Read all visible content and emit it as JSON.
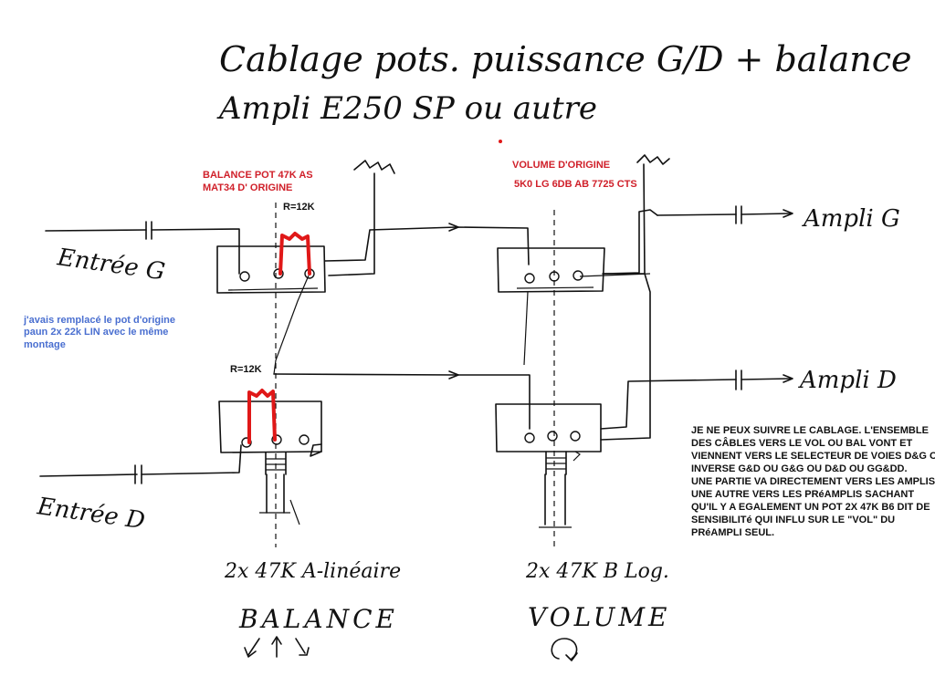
{
  "title": {
    "line1": "Cablage pots. puissance G/D + balance",
    "line2": "Ampli E250 SP ou autre"
  },
  "labels": {
    "entree_g": "Entrée G",
    "entree_d": "Entrée D",
    "ampli_g": "Ampli G",
    "ampli_d": "Ampli D",
    "balance_pot": "2x 47K A-linéaire",
    "volume_pot": "2x 47K B Log.",
    "balance": "BALANCE",
    "volume": "VOLUME",
    "r_top": "R=12K",
    "r_bottom": "R=12K"
  },
  "notes": {
    "balance_original": [
      "BALANCE POT 47K AS",
      "MAT34  D' ORIGINE"
    ],
    "volume_original": [
      "VOLUME D'ORIGINE",
      "5K0 LG 6DB AB 7725 CTS"
    ],
    "replacement": [
      "j'avais remplacé le pot d'origine",
      "paun 2x 22k LIN avec le même",
      "montage"
    ],
    "cabling": [
      "JE NE PEUX SUIVRE LE CABLAGE. L'ENSEMBLE",
      "DES CÂBLES VERS LE VOL OU BAL VONT ET",
      "VIENNENT VERS LE SELECTEUR DE VOIES D&G OU",
      "INVERSE G&D OU G&G OU D&D OU GG&DD.",
      "UNE PARTIE VA DIRECTEMENT VERS LES AMPLIS",
      "UNE AUTRE VERS LES PRéAMPLIS SACHANT",
      "QU'IL Y A EGALEMENT UN POT 2X 47K B6 DIT DE",
      "SENSIBILITé QUI INFLU SUR LE \"VOL\" DU",
      "PRéAMPLI SEUL."
    ]
  },
  "colors": {
    "ink": "#111111",
    "red_note": "#d0202a",
    "blue_note": "#4a6fd0",
    "resistor": "#e01818"
  }
}
